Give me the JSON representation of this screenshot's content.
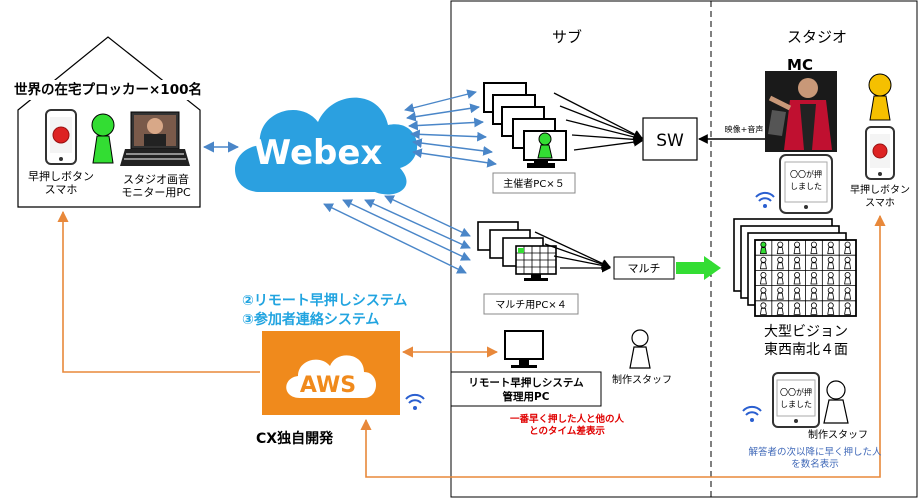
{
  "home": {
    "title": "世界の在宅プロッカー×100名",
    "phone_label_1": "早押しボタン",
    "phone_label_2": "スマホ",
    "monitor_label_1": "スタジオ画音",
    "monitor_label_2": "モニター用PC"
  },
  "cloud": {
    "label": "Webex"
  },
  "sub": {
    "title": "サブ",
    "host_pc_label": "主催者PC×５",
    "sw_label": "SW",
    "multi_pc_label": "マルチ用PC×４",
    "multi_label": "マルチ",
    "admin_pc_label_1": "リモート早押しシステム",
    "admin_pc_label_2": "管理用PC",
    "staff_label": "制作スタッフ",
    "time_note_1": "一番早く押した人と他の人",
    "time_note_2": "とのタイム差表示"
  },
  "studio": {
    "title": "スタジオ",
    "mc_label": "MC",
    "av_label": "映像+音声",
    "tablet_text_1": "〇〇が押",
    "tablet_text_2": "しました",
    "phone_label_1": "早押しボタン",
    "phone_label_2": "スマホ",
    "vision_label_1": "大型ビジョン",
    "vision_label_2": "東西南北４面",
    "staff_label": "制作スタッフ",
    "count_note_1": "解答者の次以降に早く押した人",
    "count_note_2": "を数名表示"
  },
  "system": {
    "item_1": "②リモート早押しシステム",
    "item_2": "③参加者連絡システム",
    "aws_label": "AWS",
    "cx_label": "CX独自開発"
  },
  "colors": {
    "cloud": "#2ba0e0",
    "aws": "#f08a1c",
    "orange_line": "#e8883a",
    "blue_arrow": "#4a86c8",
    "green": "#33dd33",
    "system_text": "#21a4e0",
    "red_note": "#e00000",
    "blue_note": "#3f68b8"
  }
}
